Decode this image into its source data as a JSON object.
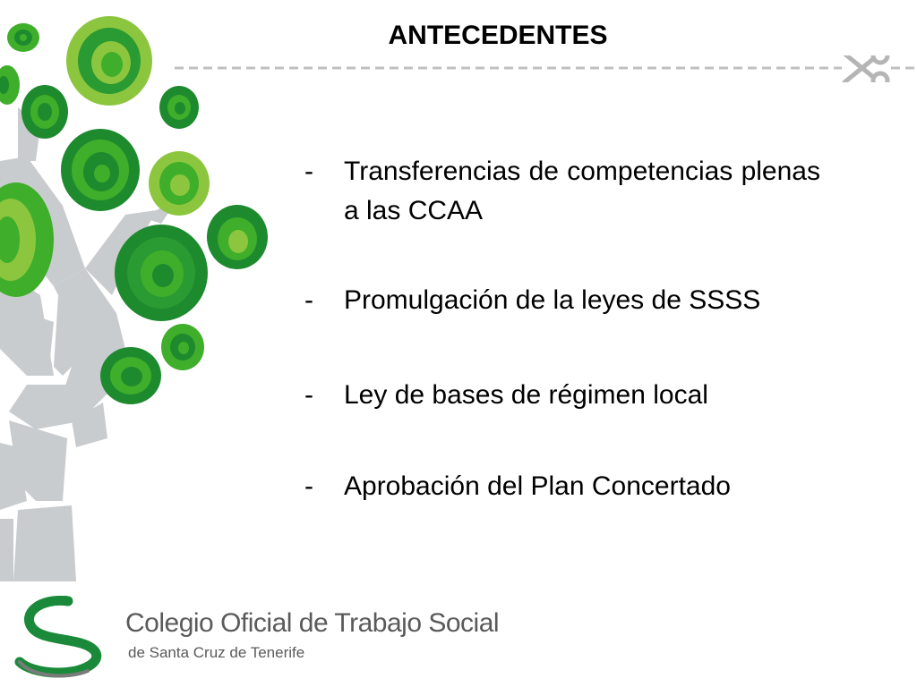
{
  "slide": {
    "title": "ANTECEDENTES",
    "bullets": [
      {
        "marker": "-",
        "text": "Transferencias de competencias plenas a las CCAA"
      },
      {
        "marker": "-",
        "text": "Promulgación de la leyes de SSSS"
      },
      {
        "marker": "-",
        "text": "Ley de bases de régimen local"
      },
      {
        "marker": "-",
        "text": "Aprobación del Plan Concertado"
      }
    ]
  },
  "logo": {
    "name": "Colegio Oficial de Trabajo Social",
    "subtitle": "de Santa Cruz de Tenerife"
  },
  "decorations": {
    "tree_icon": "tree-illustration",
    "scissors_icon": "scissors-icon",
    "colors": {
      "leaf_dark": "#1e8a2e",
      "leaf_mid": "#3fae2a",
      "leaf_light": "#8cc63f",
      "trunk_gray": "#c9ccce",
      "dash_gray": "#c0c0c0",
      "logo_green": "#1a8a3a"
    }
  }
}
